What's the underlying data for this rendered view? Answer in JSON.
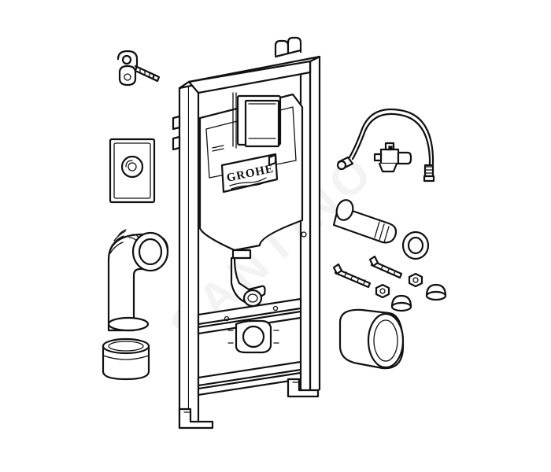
{
  "brand": {
    "logo_text": "GROHE"
  },
  "watermark": {
    "text": "SANTINO"
  },
  "components": [
    "wall-bracket",
    "flush-plate",
    "drain-elbow",
    "drain-pipe",
    "drain-cap",
    "mounting-frame",
    "cistern",
    "supply-hose",
    "angle-valve",
    "connector-pipe",
    "pipe-seal",
    "fixing-bolt",
    "bolt-nut",
    "dome-cap",
    "outlet-sleeve"
  ]
}
